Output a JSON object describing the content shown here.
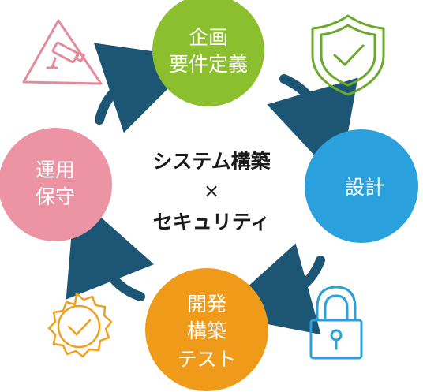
{
  "center": {
    "line1": "システム構築",
    "separator": "×",
    "line2": "セキュリティ"
  },
  "phases": {
    "planning": {
      "line1": "企画",
      "line2": "要件定義",
      "color": "#8cbf2e"
    },
    "design": {
      "line1": "設計",
      "color": "#2aa0dc"
    },
    "build": {
      "line1": "開発",
      "line2": "構築",
      "line3": "テスト",
      "color": "#f09a1a"
    },
    "operation": {
      "line1": "運用",
      "line2": "保守",
      "color": "#ec93a4"
    }
  },
  "arrow_color": "#1d5675",
  "icons": {
    "top_left": "security-camera-warning-icon",
    "top_right": "shield-check-icon",
    "bottom_left": "certified-badge-icon",
    "bottom_right": "padlock-icon"
  },
  "icon_colors": {
    "pink": "#e58a9c",
    "green": "#6aaa2a",
    "orange": "#f0a01e",
    "blue": "#2aa0dc"
  }
}
